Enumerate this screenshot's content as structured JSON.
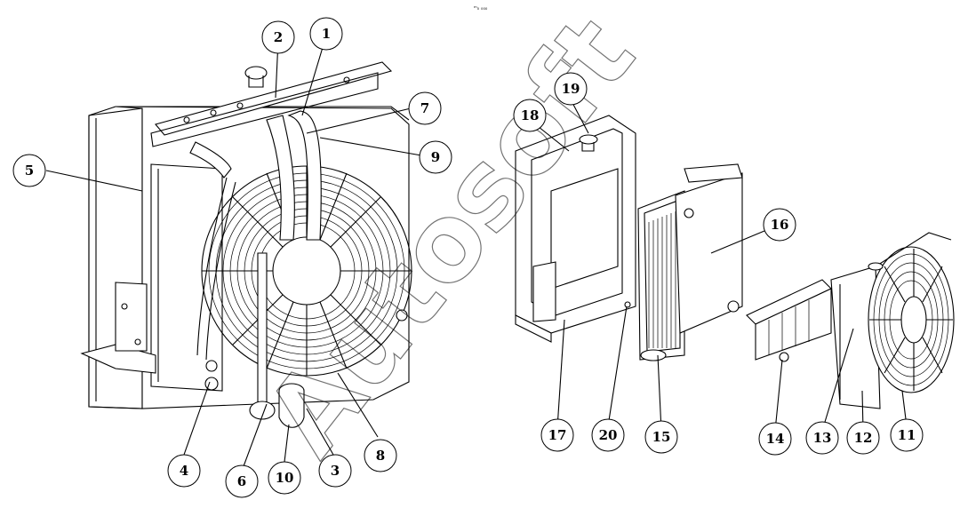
{
  "header_code": "ᵐ₀ ₀₀₀",
  "watermark": "Autosoft",
  "callouts": [
    "1",
    "2",
    "3",
    "4",
    "5",
    "6",
    "7",
    "8",
    "9",
    "10",
    "11",
    "12",
    "13",
    "14",
    "15",
    "16",
    "17",
    "18",
    "19",
    "20"
  ]
}
